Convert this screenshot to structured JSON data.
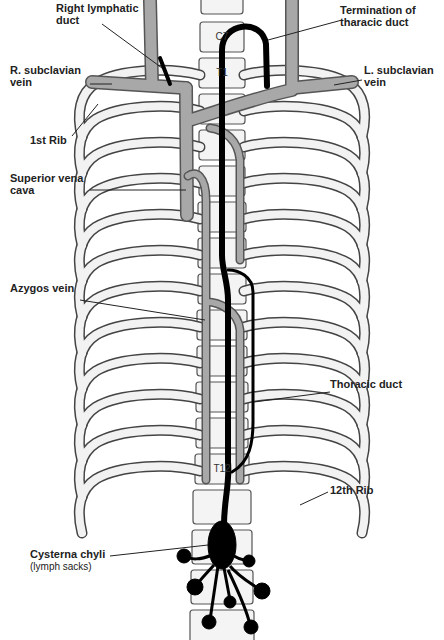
{
  "diagram": {
    "labels": [
      "Right lymphatic duct",
      "Termination of tharacic duct",
      "R. subclavian vein",
      "L. subclavian vein",
      "C7",
      "T1",
      "1st Rib",
      "Superior vena cava",
      "Azygos vein",
      "Thoracic duct",
      "T12",
      "12th Rib",
      "Cysterna chyli",
      "(lymph sacks)"
    ]
  }
}
